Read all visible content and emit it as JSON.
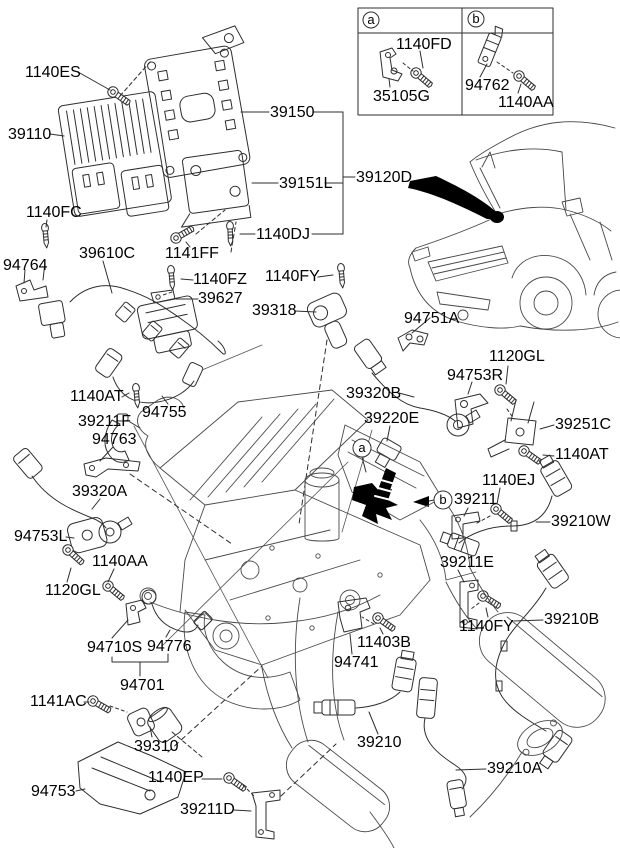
{
  "page": {
    "background": "#ffffff",
    "line_color": "#2e2e2e",
    "arrow_color": "#000000"
  },
  "markers": {
    "inset_a": "a",
    "inset_b": "b",
    "engine_a": "a",
    "engine_b": "b"
  },
  "callouts": {
    "bolt_1140ES": "1140ES",
    "ecu_39110": "39110",
    "screw_1140FC": "1140FC",
    "bracket_94764": "94764",
    "harness_39610C": "39610C",
    "bolt_1141FF": "1141FF",
    "bolt_1140FZ": "1140FZ",
    "bracket_39627": "39627",
    "plate_39150": "39150",
    "bracket_39151L": "39151L",
    "bolt_1140DJ": "1140DJ",
    "assy_39120D": "39120D",
    "bolt_1140FD": "1140FD",
    "bracket_35105G": "35105G",
    "bracket_94762": "94762",
    "bolt_1140AA_inset": "1140AA",
    "bracket_94751A": "94751A",
    "bolt_1120GL_right": "1120GL",
    "bracket_94753R": "94753R",
    "sensor_39320B": "39320B",
    "sensor_39220E": "39220E",
    "bracket_39251C": "39251C",
    "bolt_1140AT_right": "1140AT",
    "bolt_1140EJ": "1140EJ",
    "bracket_39211": "39211",
    "sensor_39210W": "39210W",
    "bracket_39211E": "39211E",
    "bolt_1140FY_lower": "1140FY",
    "sensor_39210B": "39210B",
    "bolt_1140FY_upper": "1140FY",
    "coil_39318": "39318",
    "cable_94755": "94755",
    "bolt_1140AT_left": "1140AT",
    "bracket_39211F": "39211F",
    "bracket_94763": "94763",
    "sensor_39320A": "39320A",
    "sensor_94753L": "94753L",
    "bolt_1140AA_left": "1140AA",
    "bolt_1120GL_left": "1120GL",
    "bracket_94710S": "94710S",
    "cable_94776": "94776",
    "assy_94701": "94701",
    "bolt_1141AC": "1141AC",
    "sensor_39310": "39310",
    "shield_94753": "94753",
    "bolt_1140EP": "1140EP",
    "bracket_39211D": "39211D",
    "bolt_11403B": "11403B",
    "bracket_94741": "94741",
    "sensor_39210": "39210",
    "sensor_39210A": "39210A"
  }
}
